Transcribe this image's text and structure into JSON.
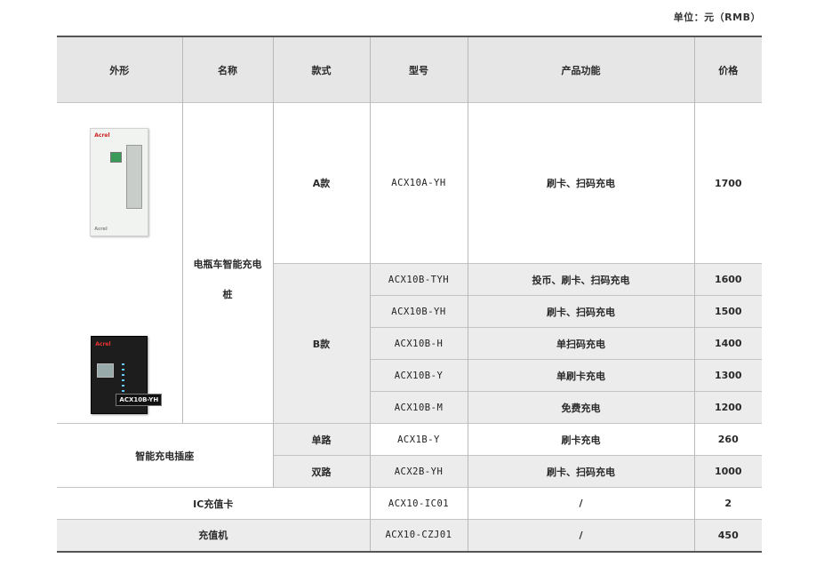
{
  "unit_note": "单位：元（RMB）",
  "headers": {
    "appearance": "外形",
    "name": "名称",
    "style": "款式",
    "model": "型号",
    "function": "产品功能",
    "price": "价格"
  },
  "group1": {
    "name": "电瓶车智能充电桩",
    "rowA": {
      "style": "A款",
      "model": "ACX10A-YH",
      "function": "刷卡、扫码充电",
      "price": "1700"
    },
    "styleB": "B款",
    "rowsB": [
      {
        "model": "ACX10B-TYH",
        "function": "投币、刷卡、扫码充电",
        "price": "1600"
      },
      {
        "model": "ACX10B-YH",
        "function": "刷卡、扫码充电",
        "price": "1500"
      },
      {
        "model": "ACX10B-H",
        "function": "单扫码充电",
        "price": "1400"
      },
      {
        "model": "ACX10B-Y",
        "function": "单刷卡充电",
        "price": "1300"
      },
      {
        "model": "ACX10B-M",
        "function": "免费充电",
        "price": "1200"
      }
    ],
    "image_tag": "ACX10B-YH"
  },
  "group2": {
    "name": "智能充电插座",
    "rows": [
      {
        "style": "单路",
        "model": "ACX1B-Y",
        "function": "刷卡充电",
        "price": "260"
      },
      {
        "style": "双路",
        "model": "ACX2B-YH",
        "function": "刷卡、扫码充电",
        "price": "1000"
      }
    ]
  },
  "rows_misc": [
    {
      "name": "IC充值卡",
      "model": "ACX10-IC01",
      "function": "/",
      "price": "2"
    },
    {
      "name": "充值机",
      "model": "ACX10-CZJ01",
      "function": "/",
      "price": "450"
    }
  ]
}
